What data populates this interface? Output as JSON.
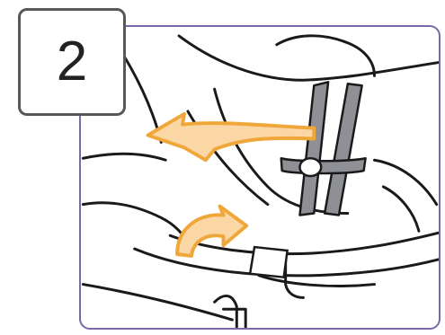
{
  "step": {
    "number": "2"
  },
  "colors": {
    "frame_border": "#7c68a6",
    "step_border": "#585858",
    "arrow_fill": "#fbd7a6",
    "arrow_stroke": "#f0a73a",
    "strap_fill": "#8f9096",
    "line_art": "#1a1a1a"
  },
  "illustration": {
    "subject": "car-seat-harness",
    "arrows": [
      "slide-left-arrow",
      "curved-lift-arrow"
    ]
  }
}
